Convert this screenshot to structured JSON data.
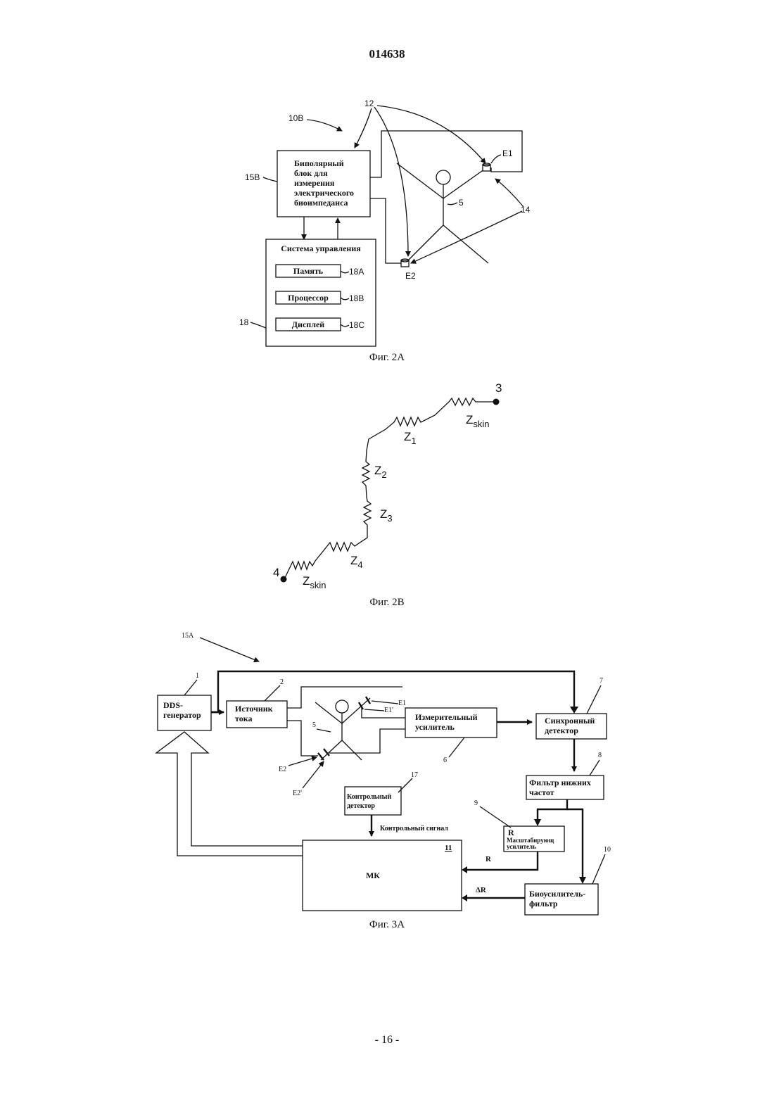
{
  "header": {
    "doc_number": "014638"
  },
  "footer": {
    "page_number": "- 16 -"
  },
  "fig2a": {
    "caption": "Фиг. 2А",
    "ref_10b": "10B",
    "ref_12": "12",
    "ref_15b": "15B",
    "ref_5": "5",
    "ref_14": "14",
    "ref_18": "18",
    "e1": "E1",
    "e2": "E2",
    "unit_lines": [
      "Биполярный",
      "блок для",
      "измерения",
      "электрического",
      "биоимпеданса"
    ],
    "control_title": "Система управления",
    "memory": "Память",
    "memory_ref": "18A",
    "processor": "Процессор",
    "processor_ref": "18B",
    "display": "Дисплей",
    "display_ref": "18C"
  },
  "fig2b": {
    "caption": "Фиг. 2В",
    "node_3": "3",
    "node_4": "4",
    "z1": "Z",
    "z1_sub": "1",
    "z2": "Z",
    "z2_sub": "2",
    "z3": "Z",
    "z3_sub": "3",
    "z4": "Z",
    "z4_sub": "4",
    "zskin_top": "Z",
    "zskin_top_sub": "skin",
    "zskin_bottom": "Z",
    "zskin_bottom_sub": "skin"
  },
  "fig3a": {
    "caption": "Фиг. 3А",
    "ref_15a": "15A",
    "ref_1": "1",
    "ref_2": "2",
    "ref_5": "5",
    "ref_6": "6",
    "ref_7": "7",
    "ref_8": "8",
    "ref_9": "9",
    "ref_10": "10",
    "ref_11": "11",
    "ref_17": "17",
    "e1": "E1",
    "e1p": "E1'",
    "e2": "E2",
    "e2p": "E2'",
    "dds_lines": [
      "DDS-",
      "генератор"
    ],
    "current_lines": [
      "Источник",
      "тока"
    ],
    "amp_lines": [
      "Измерительный",
      "усилитель"
    ],
    "sync_lines": [
      "Синхронный",
      "детектор"
    ],
    "lpf_lines": [
      "Фильтр нижних",
      "частот"
    ],
    "ctrl_lines": [
      "Контрольный",
      "детектор"
    ],
    "ctrl_signal": "Контрольный сигнал",
    "scaler_r": "R",
    "scaler_lines": [
      "Масштабирующ",
      "усилитель"
    ],
    "bio_lines": [
      "Биоусилитель-",
      "фильтр"
    ],
    "mk": "МК",
    "r_label": "R",
    "dr_label": "ΔR"
  }
}
